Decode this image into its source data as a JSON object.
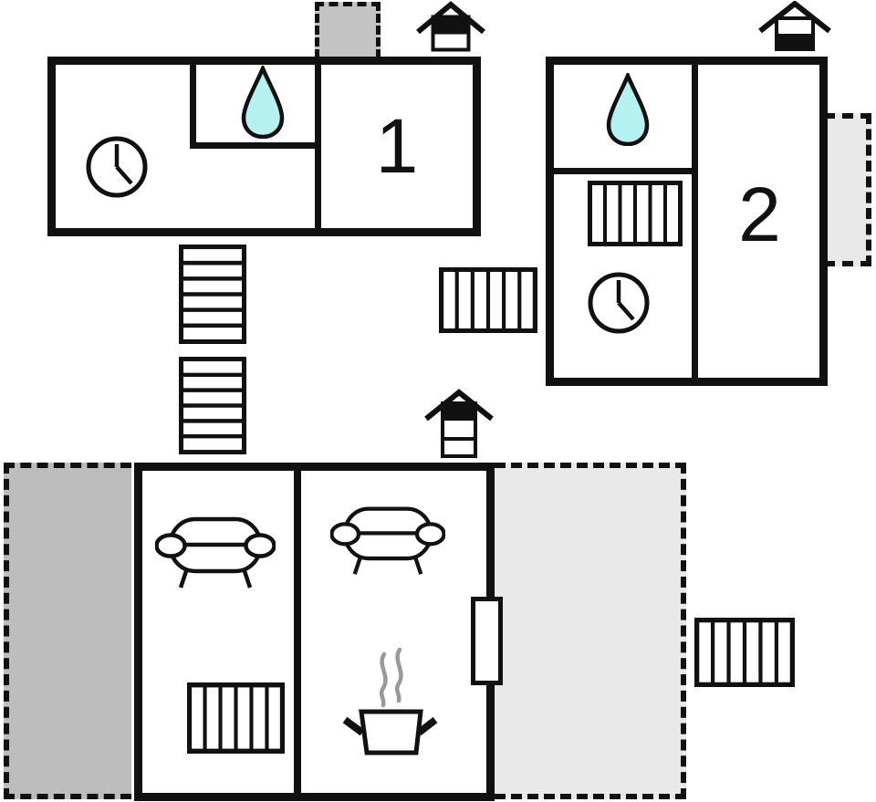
{
  "plan_type": "holiday-home floor plan",
  "rooms": {
    "floor1": {
      "label": "1"
    },
    "floor2": {
      "label": "2"
    }
  },
  "colors": {
    "wall": "#111111",
    "water_drop": "#b5f1f1",
    "terrace_dark": "#bdbdbd",
    "terrace_light": "#e9e9e9",
    "chimney_block": "#c3c3c3",
    "steam": "#999999",
    "background": "#ffffff"
  },
  "icons": {
    "water_drop": "water-drop-icon",
    "clock": "clock-icon",
    "radiator": "radiator-icon",
    "stairs": "stairs-icon",
    "chimney": "chimney-icon",
    "sofa": "sofa-icon",
    "stove_pot": "stove-pot-icon",
    "door": "door"
  },
  "element_counts": {
    "buildings": 3,
    "water_drops": 2,
    "clocks": 2,
    "radiators": 4,
    "stair_flights": 2,
    "chimneys": 3,
    "sofas": 2,
    "stove_pots": 1,
    "doors": 1,
    "dashed_outdoor_areas": 4
  }
}
